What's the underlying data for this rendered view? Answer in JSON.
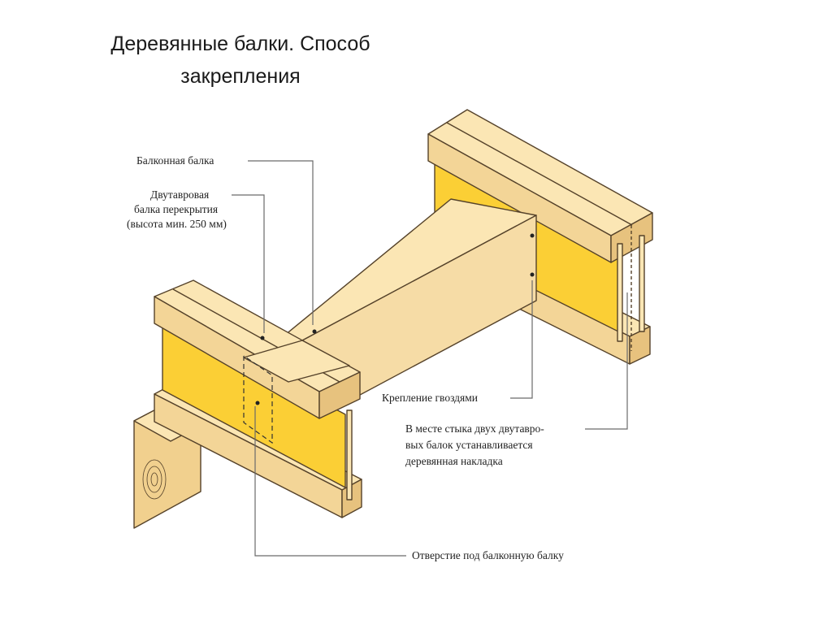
{
  "title": "Деревянные балки. Способ закрепления",
  "labels": {
    "balcony_beam": "Балконная балка",
    "ibeam_line1": "Двутавровая",
    "ibeam_line2": "балка перекрытия",
    "ibeam_line3": "(высота мин. 250 мм)",
    "nails": "Крепление гвоздями",
    "joint_line1": "В месте стыка двух двутавро-",
    "joint_line2": "вых балок устанавливается",
    "joint_line3": "деревянная накладка",
    "hole": "Отверстие под балконную балку"
  },
  "colors": {
    "wood_light": "#fbe6b4",
    "wood_mid": "#f3d597",
    "wood_dark": "#e7c27e",
    "web_yellow": "#fbcf35",
    "outline": "#55422a",
    "leader": "#6a6a6a"
  }
}
